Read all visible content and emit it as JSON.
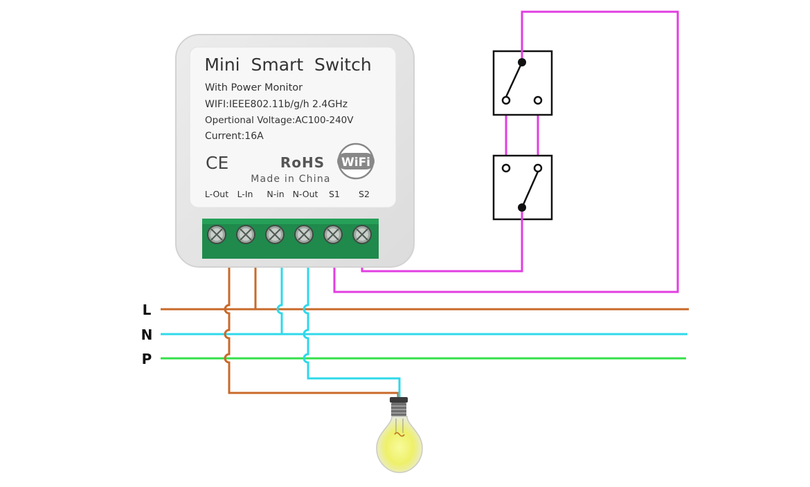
{
  "module": {
    "title": "Mini  Smart  Switch",
    "subtitle": "With Power Monitor",
    "wifi_spec": "WIFI:IEEE802.11b/g/h 2.4GHz",
    "voltage": "Opertional Voltage:AC100-240V",
    "current": "Current:16A",
    "ce_mark": "CE",
    "rohs": "RoHS",
    "wifi_logo_text": "WiFi",
    "made_in": "Made in China",
    "terminal_labels": [
      "L-Out",
      "L-In",
      "N-in",
      "N-Out",
      "S1",
      "S2"
    ]
  },
  "lines": [
    {
      "label": "L",
      "color": "#c8692a"
    },
    {
      "label": "N",
      "color": "#2fd8ea"
    },
    {
      "label": "P",
      "color": "#35e04a"
    }
  ],
  "colors": {
    "switch_wire": "#e13ee0",
    "terminal_block": "#1f8a4c",
    "module_body": "#e4e4e4",
    "module_border": "#d2d2d2",
    "bulb_glow": "#eef06a"
  },
  "icons": [
    "ce-mark-icon",
    "wifi-logo-icon",
    "screw-terminal-icon",
    "two-way-switch-icon",
    "light-bulb-icon"
  ]
}
